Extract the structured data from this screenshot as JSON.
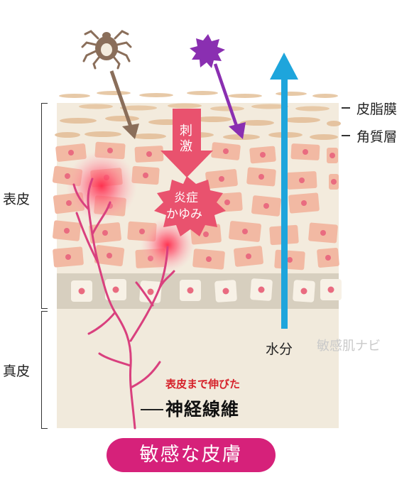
{
  "labels": {
    "sebum": "皮脂膜",
    "stratum_corneum": "角質層",
    "epidermis": "表皮",
    "dermis": "真皮",
    "water": "水分",
    "stimulus": [
      "刺",
      "激"
    ],
    "inflammation": [
      "炎症",
      "かゆみ"
    ],
    "nerve_sub": "表皮まで伸びた",
    "nerve_main": "神経線維",
    "title": "敏感な皮膚",
    "watermark": "敏感肌ナビ"
  },
  "colors": {
    "skin_bg": "#f3ebdd",
    "sebum": "#e7c9a7",
    "cell": "#f2b9a3",
    "cell_dot": "#e96b80",
    "basal": "#d5ccbd",
    "nerve": "#d9407e",
    "water_arrow": "#1ea5dc",
    "mite_arrow": "#8a6e5a",
    "purple_arrow": "#8a2fb1",
    "stimulus_arrow": "#e9526e",
    "title_pill": "#d6217a"
  },
  "icons": [
    "mite-icon",
    "allergen-star-icon"
  ]
}
